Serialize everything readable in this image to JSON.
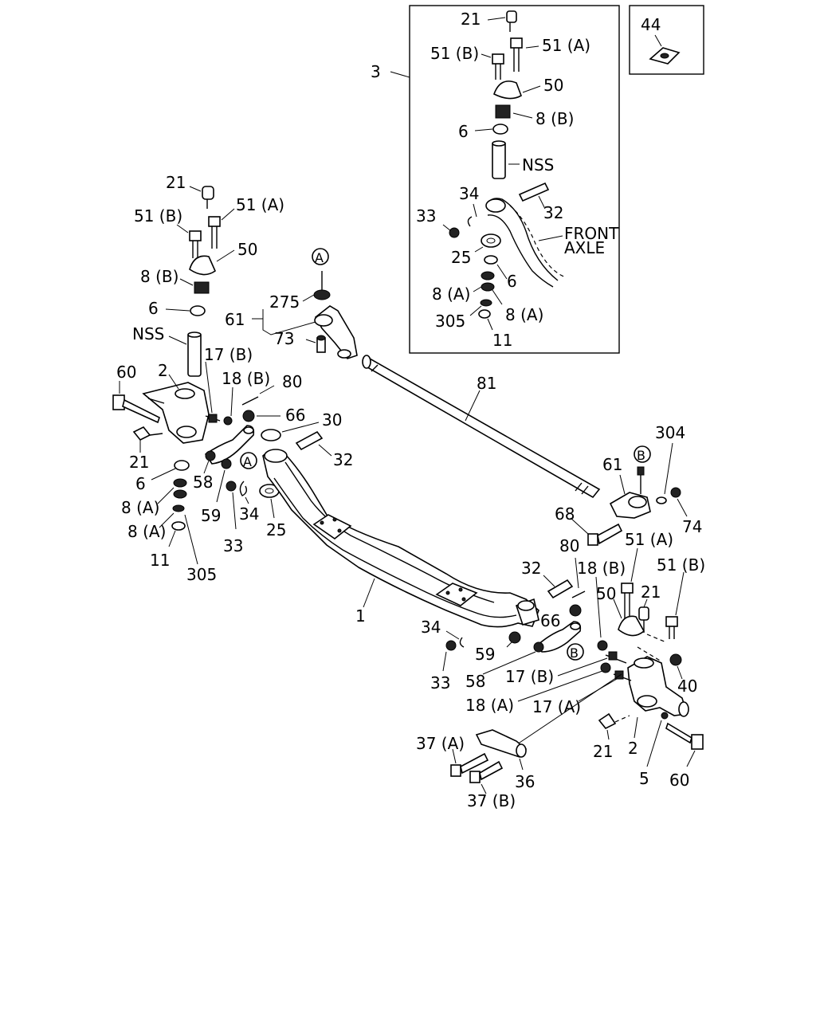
{
  "diagram": {
    "labels": {
      "p21_inset": "21",
      "p51b_inset": "51 (B)",
      "p51a_inset": "51 (A)",
      "p3": "3",
      "p50_inset": "50",
      "p8b_inset": "8 (B)",
      "p6_inset_top": "6",
      "nss_inset": "NSS",
      "p34_inset": "34",
      "p32_inset": "32",
      "p33_inset": "33",
      "front_axle": "FRONT",
      "front_axle2": "AXLE",
      "p25_inset": "25",
      "p6_inset": "6",
      "p8a_inset_l": "8 (A)",
      "p8a_inset_r": "8 (A)",
      "p305_inset": "305",
      "p11_inset": "11",
      "p44": "44",
      "p21_l": "21",
      "p51a_l": "51 (A)",
      "p51b_l": "51 (B)",
      "p50_l": "50",
      "p8b_l": "8 (B)",
      "p6_l_top": "6",
      "nss_l": "NSS",
      "p17b_l": "17 (B)",
      "p60_l": "60",
      "p2_l": "2",
      "p18b_l": "18 (B)",
      "p80_l": "80",
      "p66_l": "66",
      "p30": "30",
      "p32_l": "32",
      "p21_l2": "21",
      "p6_l": "6",
      "p58_l": "58",
      "p8a_l1": "8 (A)",
      "p8a_l2": "8 (A)",
      "p59_l": "59",
      "p34_l": "34",
      "p25_l": "25",
      "p33_l": "33",
      "p11_l": "11",
      "p305_l": "305",
      "p275": "275",
      "p61_l": "61",
      "p73": "73",
      "marker_a_top": "A",
      "marker_a_mid": "A",
      "p81": "81",
      "p304": "304",
      "p61_r": "61",
      "marker_b_top": "B",
      "p68": "68",
      "p74": "74",
      "p1": "1",
      "p80_r": "80",
      "p51a_r": "51 (A)",
      "p32_r": "32",
      "p18b_r": "18 (B)",
      "p51b_r": "51 (B)",
      "p50_r": "50",
      "p21_r": "21",
      "p34_r": "34",
      "p66_r": "66",
      "marker_b_bot": "B",
      "p59_r": "59",
      "p33_r": "33",
      "p58_r": "58",
      "p17b_r": "17 (B)",
      "p40": "40",
      "p18a_r": "18 (A)",
      "p17a_r": "17 (A)",
      "p21_r2": "21",
      "p2_r": "2",
      "p37a": "37 (A)",
      "p36": "36",
      "p5": "5",
      "p60_r": "60",
      "p37b": "37 (B)"
    }
  }
}
